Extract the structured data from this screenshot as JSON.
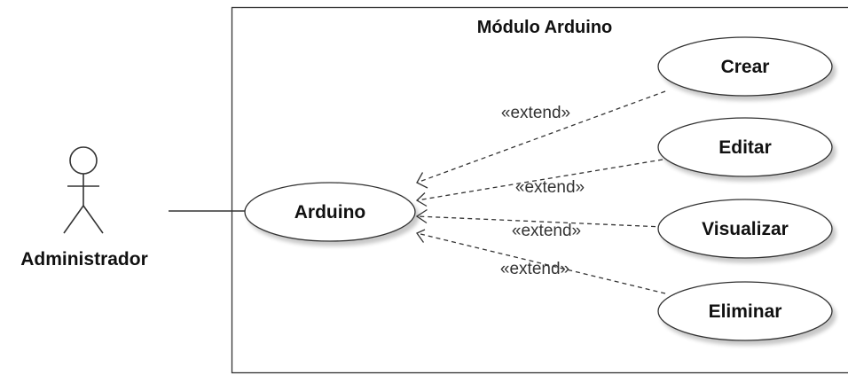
{
  "system": {
    "title": "Módulo Arduino"
  },
  "actor": {
    "name": "Administrador"
  },
  "use_cases": {
    "main": "Arduino",
    "extensions": [
      "Crear",
      "Editar",
      "Visualizar",
      "Eliminar"
    ]
  },
  "relations": {
    "stereotypes": [
      "«extend»",
      "«extend»",
      "«extend»",
      "«extend»"
    ]
  }
}
